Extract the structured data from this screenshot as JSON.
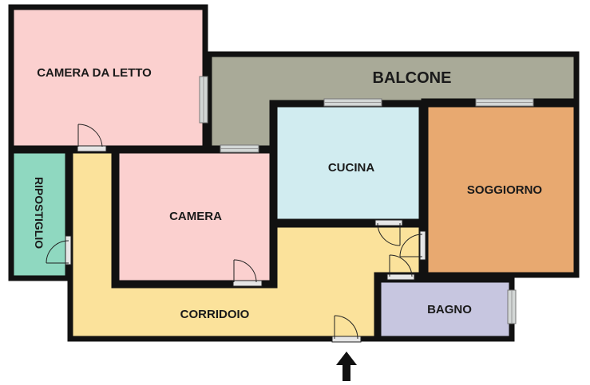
{
  "rooms": {
    "camera_da_letto": {
      "label": "CAMERA DA LETTO",
      "color": "#fbd0cf"
    },
    "balcone": {
      "label": "BALCONE",
      "color": "#a9aa98"
    },
    "cucina": {
      "label": "CUCINA",
      "color": "#d1ecf0"
    },
    "soggiorno": {
      "label": "SOGGIORNO",
      "color": "#e8a970"
    },
    "ripostiglio": {
      "label": "RIPOSTIGLIO",
      "color": "#8fd8c0"
    },
    "camera": {
      "label": "CAMERA",
      "color": "#fbd0cf"
    },
    "corridoio": {
      "label": "CORRIDOIO",
      "color": "#fbe29b"
    },
    "bagno": {
      "label": "BAGNO",
      "color": "#c7c6e0"
    }
  },
  "colors": {
    "wall": "#111111",
    "window": "#cfd3d3",
    "entrance_arrow": "#111111"
  }
}
